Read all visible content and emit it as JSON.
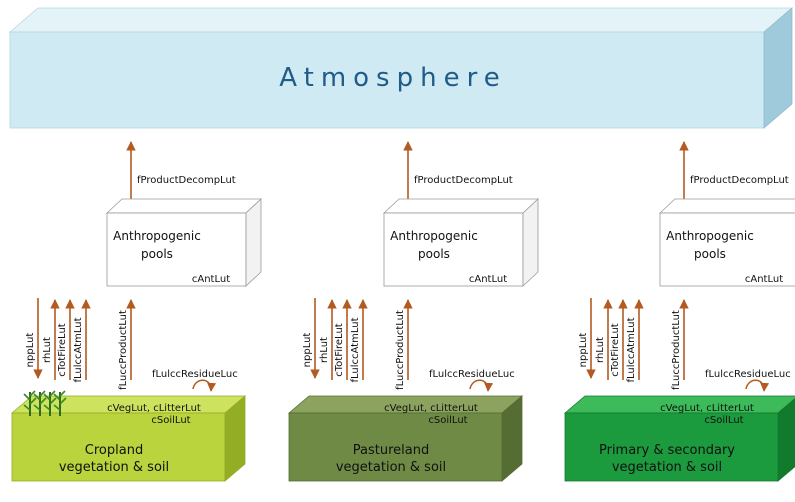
{
  "atmosphere": {
    "label": "Atmosphere"
  },
  "colors": {
    "atmosphere_front": "#cfeaf3",
    "atmosphere_top": "#e3f3f8",
    "atmosphere_side": "#9fcadb",
    "arrow": "#b35a22",
    "cropland": "#b9d43c",
    "pastureland": "#6e8a45",
    "primary": "#1c9a3e"
  },
  "columns": [
    {
      "id": "cropland",
      "decomp_label": "fProductDecompLut",
      "pool": {
        "line1": "Anthropogenic",
        "line2": "pools",
        "stock": "cAntLut"
      },
      "fluxes": [
        "nppLut",
        "rhLut",
        "cTotFireLut",
        "fLulccAtmLut",
        "fLuccProductLut"
      ],
      "residue_label": "fLulccResidueLuc",
      "stocks": {
        "line1": "cVegLut, cLitterLut",
        "line2": "cSoilLut"
      },
      "land": {
        "line1": "Cropland",
        "line2": "vegetation & soil"
      },
      "icon": "corn-plants-icon"
    },
    {
      "id": "pastureland",
      "decomp_label": "fProductDecompLut",
      "pool": {
        "line1": "Anthropogenic",
        "line2": "pools",
        "stock": "cAntLut"
      },
      "fluxes": [
        "nppLut",
        "rhLut",
        "cTotFireLut",
        "fLulccAtmLut",
        "fLuccProductLut"
      ],
      "residue_label": "fLulccResidueLuc",
      "stocks": {
        "line1": "cVegLut, cLitterLut",
        "line2": "cSoilLut"
      },
      "land": {
        "line1": "Pastureland",
        "line2": "vegetation & soil"
      },
      "icon": "cow-icon"
    },
    {
      "id": "primary",
      "decomp_label": "fProductDecompLut",
      "pool": {
        "line1": "Anthropogenic",
        "line2": "pools",
        "stock": "cAntLut"
      },
      "fluxes": [
        "nppLut",
        "rhLut",
        "cTotFireLut",
        "fLulccAtmLut",
        "fLuccProductLut"
      ],
      "residue_label": "fLulccResidueLuc",
      "stocks": {
        "line1": "cVegLut, cLitterLut",
        "line2": "cSoilLut"
      },
      "land": {
        "line1": "Primary & secondary",
        "line2": "vegetation & soil"
      },
      "icon": "trees-and-person-icon"
    }
  ]
}
